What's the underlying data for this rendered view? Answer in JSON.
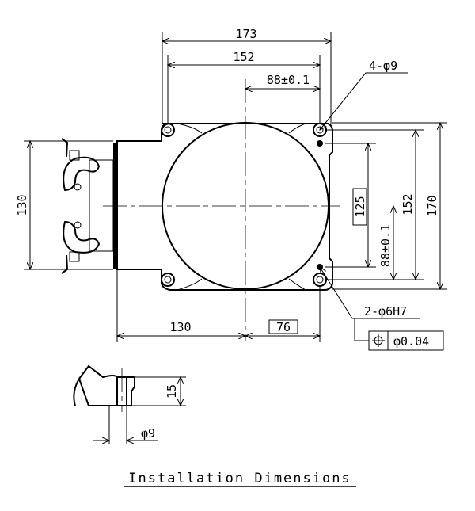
{
  "title": "Installation Dimensions",
  "dimensions": {
    "top_overall": "173",
    "top_holes": "152",
    "top_offset": "88±0.1",
    "right_inner": "125",
    "right_holes": "152",
    "right_overall": "170",
    "right_offset": "88±0.1",
    "left_height": "130",
    "bottom_left": "130",
    "bottom_basic": "76",
    "hole_callout": "4-φ9",
    "pin_callout": "2-φ6H7",
    "position_tolerance": "φ0.04",
    "position_symbol": "⌖",
    "section_depth": "15",
    "section_diameter": "φ9"
  }
}
